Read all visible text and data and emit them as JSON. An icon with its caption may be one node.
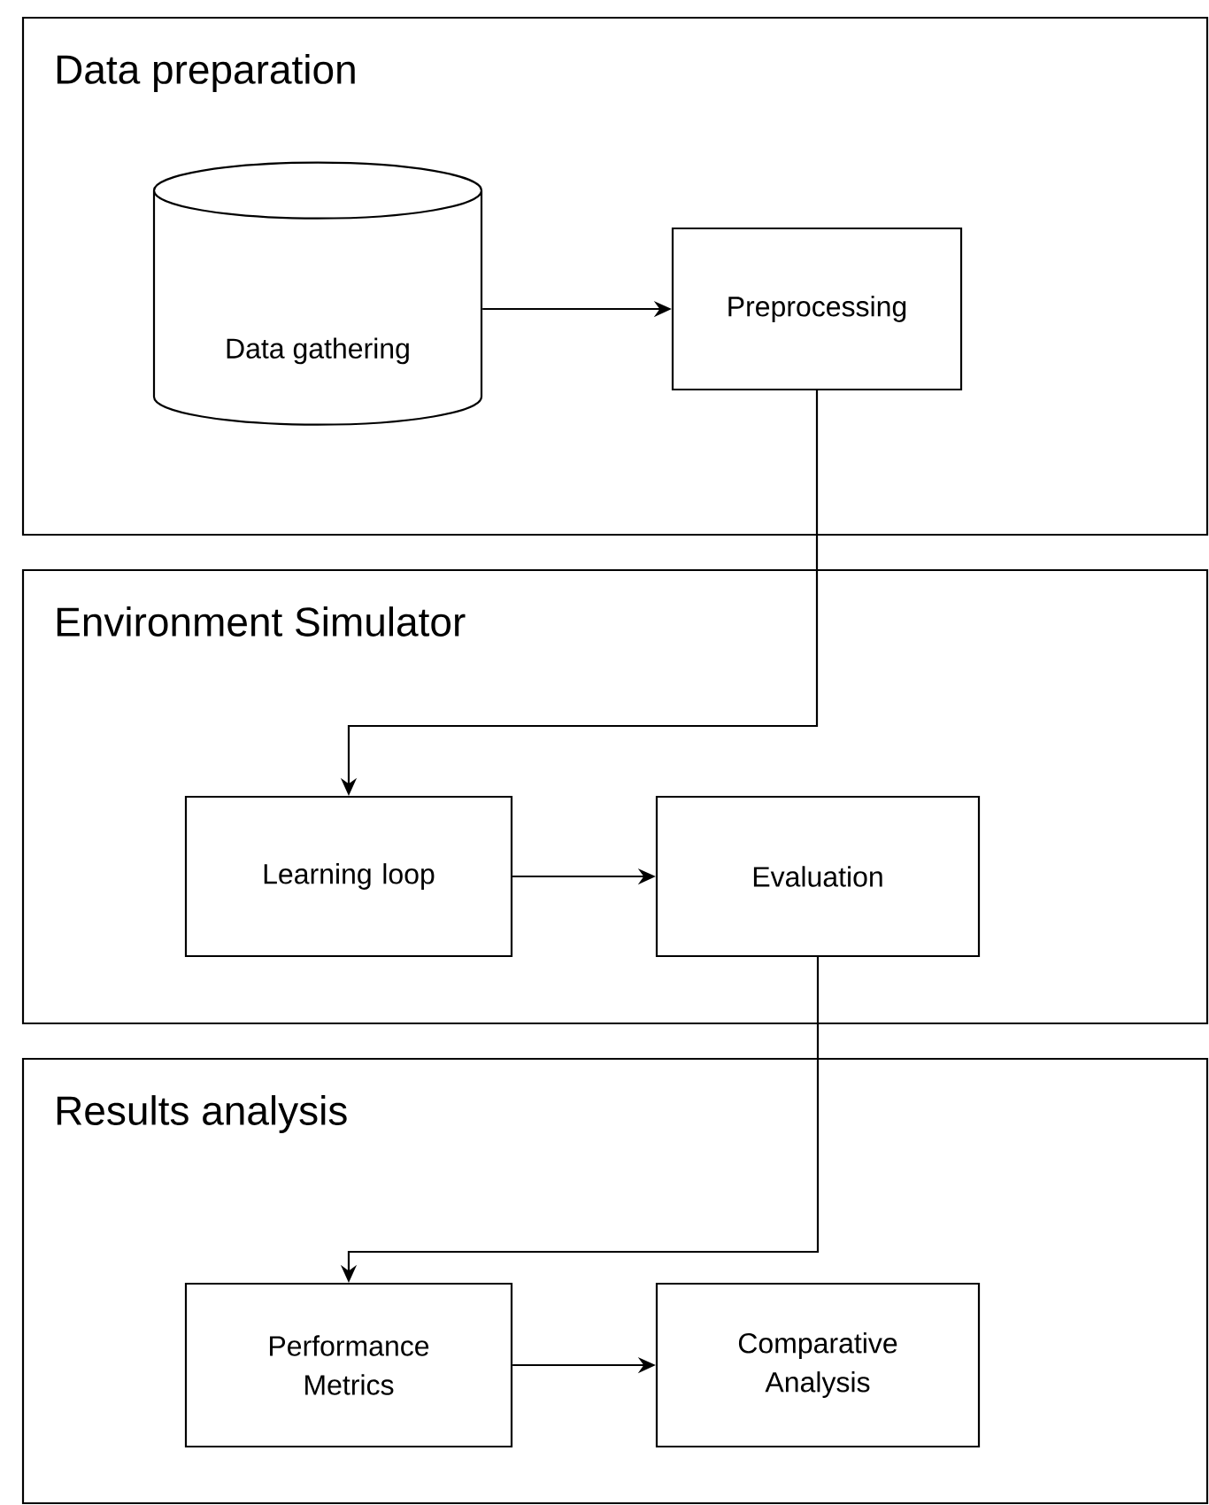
{
  "diagram": {
    "nodes": [
      {
        "text": [
          "Data preparation"
        ]
      },
      {
        "text": [
          "Data gathering"
        ],
        "in": 0
      },
      {
        "text": [
          "Preprocessing"
        ],
        "in": 0
      },
      {
        "text": [
          "Environment Simulator"
        ]
      },
      {
        "text": [
          "Learning loop"
        ],
        "in": 3
      },
      {
        "text": [
          "Evaluation"
        ],
        "in": 3
      },
      {
        "text": [
          "Results analysis"
        ]
      },
      {
        "text": [
          "Performance Metrics"
        ],
        "in": 6
      },
      {
        "text": [
          "Comparative Analysis"
        ],
        "in": 6
      }
    ],
    "edges": [
      {
        "from": 1,
        "to": 2,
        "arrow": "to"
      },
      {
        "from": 2,
        "to": 4,
        "arrow": "to"
      },
      {
        "from": 4,
        "to": 5,
        "arrow": "to"
      },
      {
        "from": 5,
        "to": 7,
        "arrow": "to"
      },
      {
        "from": 7,
        "to": 8,
        "arrow": "to"
      }
    ]
  }
}
